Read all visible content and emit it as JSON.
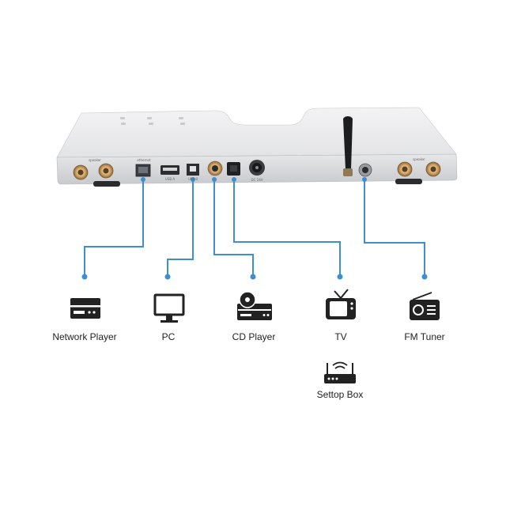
{
  "colors": {
    "line": "#3f8fd0",
    "device_body": "#d9dadc",
    "device_top": "#eceded",
    "icon": "#222222"
  },
  "ports": {
    "speaker_left": "speaker",
    "ethernet": "ethernet",
    "usb_a": "USB A",
    "usb_b": "USB B",
    "coax": "",
    "optical": "",
    "dc": "DC 24V",
    "speaker_right": "speaker"
  },
  "sources": [
    {
      "id": "network-player",
      "label": "Network Player",
      "icon": "network-player-icon"
    },
    {
      "id": "pc",
      "label": "PC",
      "icon": "monitor-icon"
    },
    {
      "id": "cd-player",
      "label": "CD Player",
      "icon": "cd-player-icon"
    },
    {
      "id": "tv",
      "label": "TV",
      "icon": "tv-icon"
    },
    {
      "id": "fm-tuner",
      "label": "FM Tuner",
      "icon": "radio-icon"
    },
    {
      "id": "settop-box",
      "label": "Settop Box",
      "icon": "router-icon"
    }
  ]
}
